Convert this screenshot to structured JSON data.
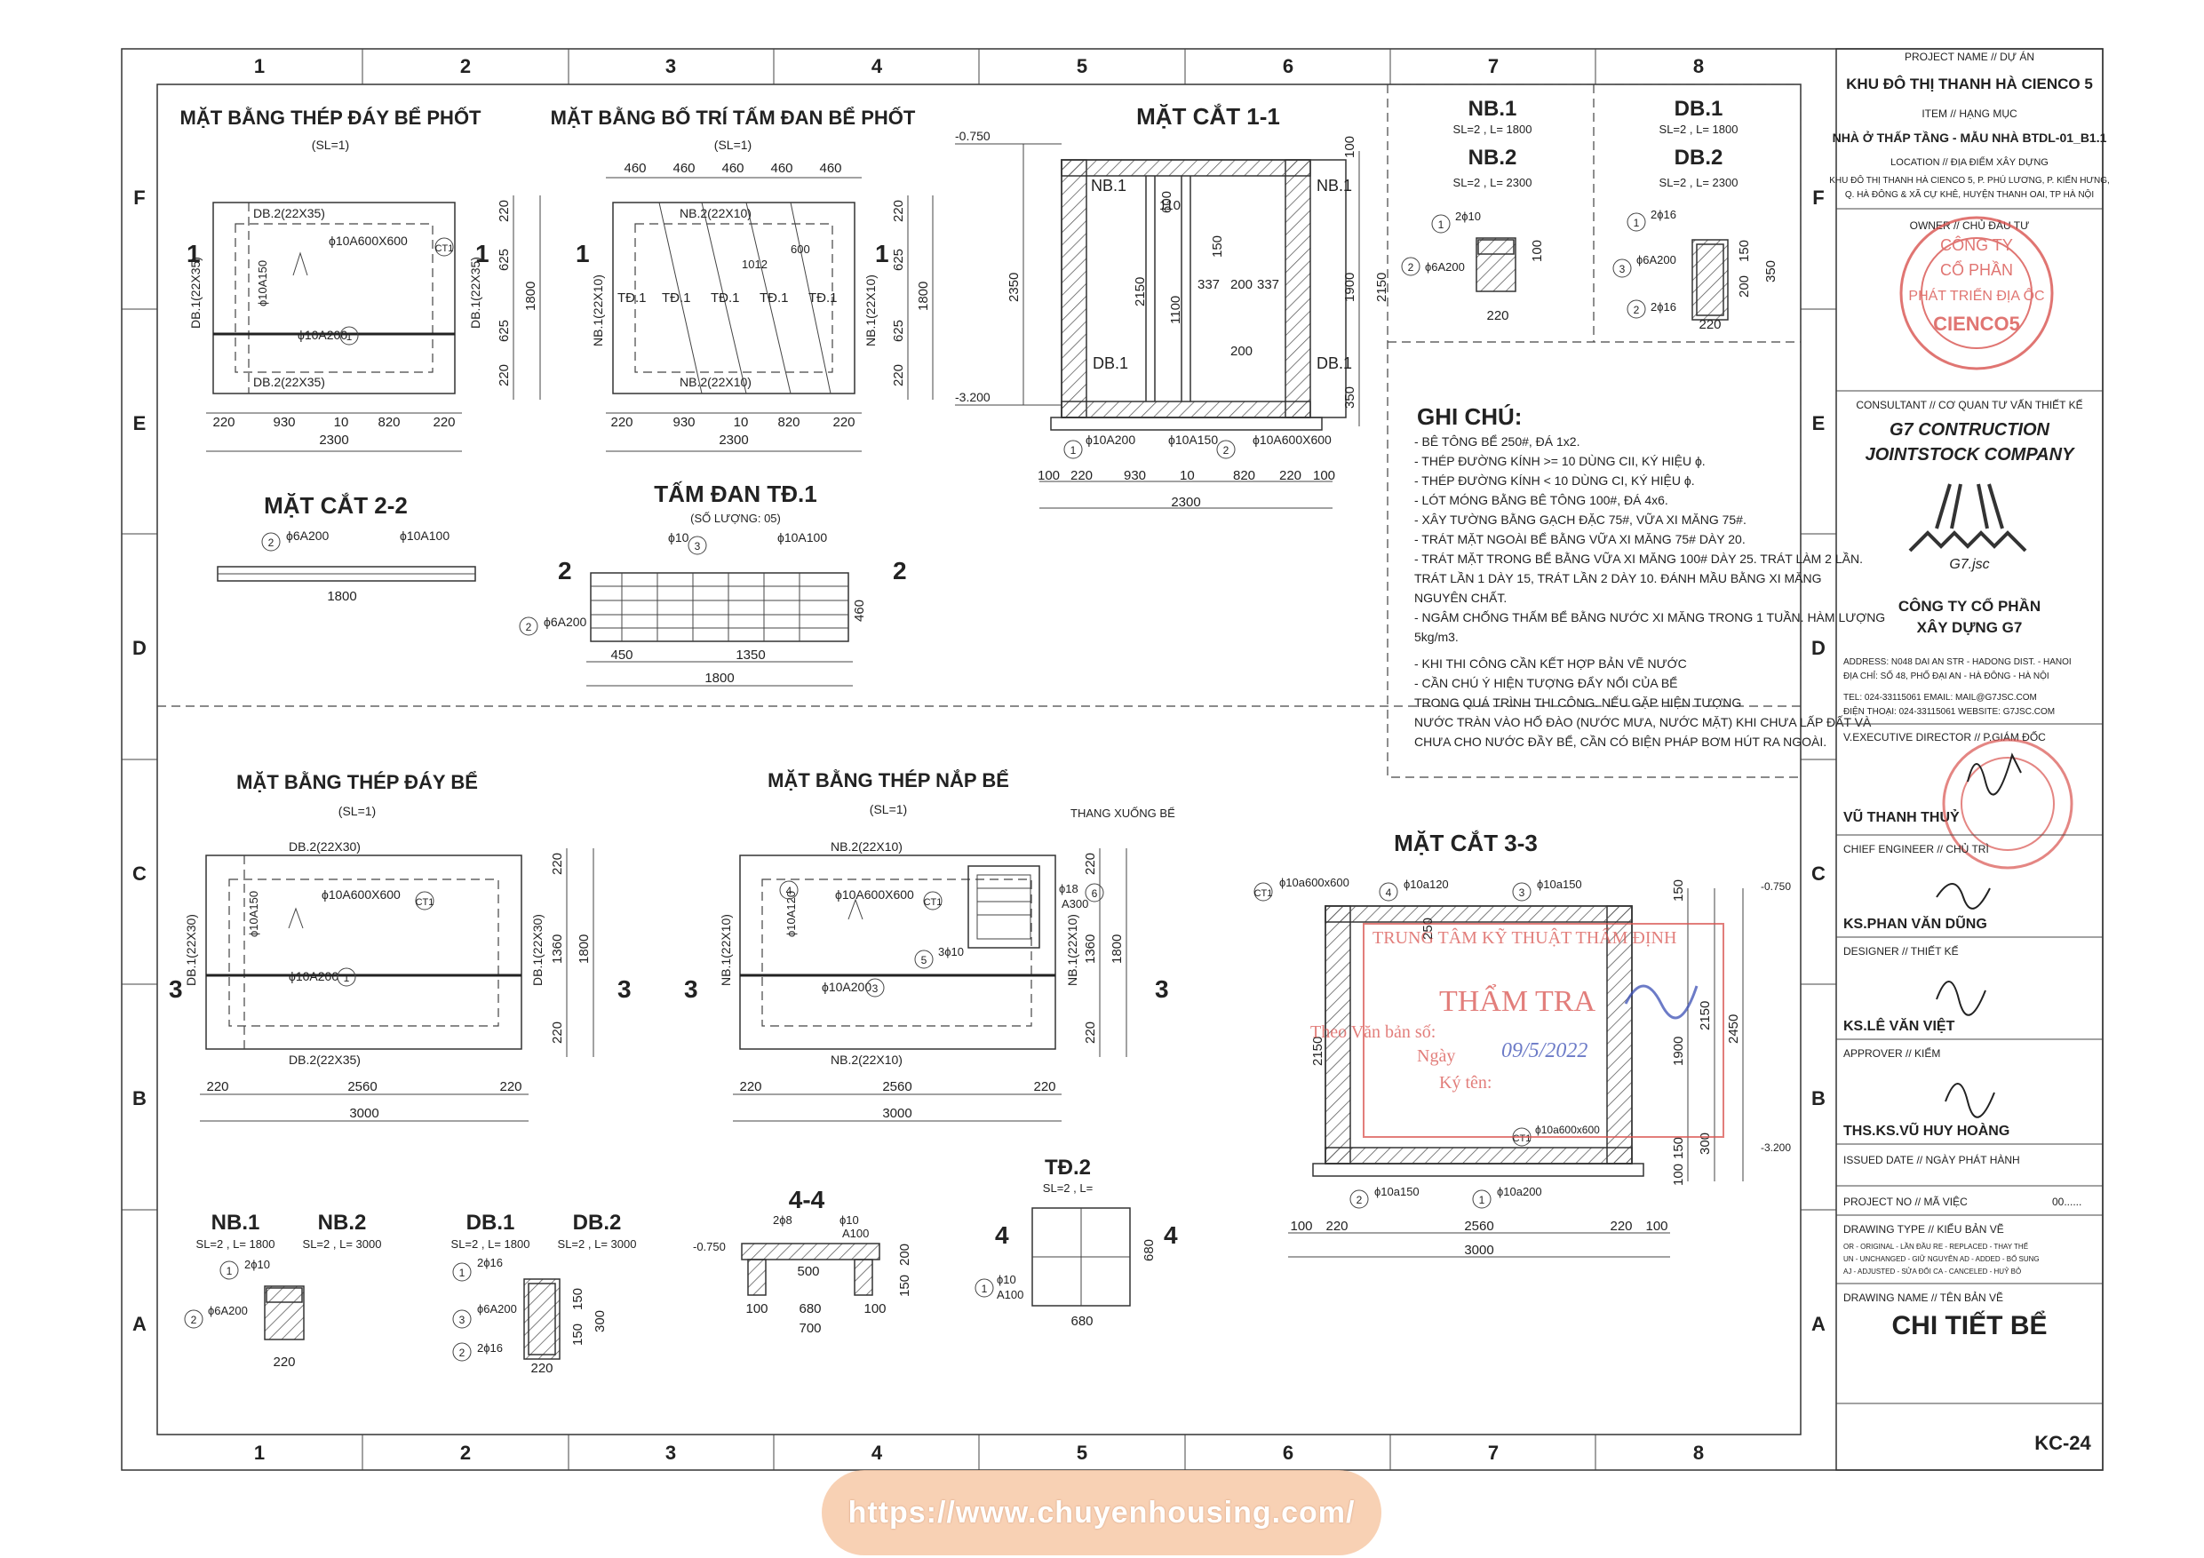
{
  "grid": {
    "columns": [
      "1",
      "2",
      "3",
      "4",
      "5",
      "6",
      "7",
      "8"
    ],
    "rows": [
      "F",
      "E",
      "D",
      "C",
      "B",
      "A"
    ]
  },
  "plans": {
    "p1_title": "MẶT BẰNG THÉP ĐÁY BỂ PHỐT",
    "p1_sl": "(SL=1)",
    "p2_title": "MẶT BẰNG BỐ TRÍ TẤM ĐAN BỂ PHỐT",
    "p2_sl": "(SL=1)",
    "s11_title": "MẶT CẮT 1-1",
    "s22_title": "MẶT CẮT 2-2",
    "td1_title": "TẤM ĐAN TĐ.1",
    "td1_sub": "(SỐ LƯỢNG: 05)",
    "p3_title": "MẶT BẰNG THÉP ĐÁY BỂ",
    "p3_sl": "(SL=1)",
    "p4_title": "MẶT BẰNG THÉP NẮP BỂ",
    "p4_sl": "(SL=1)",
    "ladder": "THANG XUỐNG BỂ",
    "s33_title": "MẶT CẮT 3-3",
    "s44_title": "4-4",
    "td2_title": "TĐ.2",
    "td2_sub": "SL=2 , L="
  },
  "beams": {
    "nb1": "NB.1",
    "nb1_sl": "SL=2 , L= 1800",
    "nb2": "NB.2",
    "nb2_sl": "SL=2 , L= 2300",
    "db1": "DB.1",
    "db1_sl": "SL=2 , L= 1800",
    "db2": "DB.2",
    "db2_sl": "SL=2 , L= 2300",
    "nb1b_sl": "SL=2 , L= 1800",
    "nb2b_sl": "SL=2 , L= 3000",
    "db1b_sl": "SL=2 , L= 1800",
    "db2b_sl": "SL=2 , L= 3000"
  },
  "labels": {
    "db2_22x35": "DB.2(22X35)",
    "db1_22x35": "DB.1(22X35)",
    "db2_22x30": "DB.2(22X30)",
    "db1_22x30": "DB.1(22X30)",
    "nb2_22x10": "NB.2(22X10)",
    "nb1_22x10": "NB.1(22X10)",
    "td1": "TĐ.1",
    "r10a600": "ϕ10A600X600",
    "r10a150": "ϕ10A150",
    "r10a200": "ϕ10A200",
    "r10a120": "ϕ10A120",
    "r6a200": "ϕ6A200",
    "r10a100": "ϕ10A100",
    "r10": "ϕ10",
    "r10a150b": "ϕ10a150",
    "r10a200b": "ϕ10a200",
    "r10a120b": "ϕ10a120",
    "r10a600b": "ϕ10a600x600",
    "r2phi10": "2ϕ10",
    "r2phi16": "2ϕ16",
    "r18": "ϕ18",
    "a300": "A300",
    "a100": "A100",
    "r8": "2ϕ8",
    "r3phi10": "3ϕ10",
    "ct1": "CT1",
    "lvl_0750": "-0.750",
    "lvl_3200": "-3.200"
  },
  "dims": {
    "d2300": "2300",
    "d220": "220",
    "d930": "930",
    "d10": "10",
    "d820": "820",
    "d1800": "1800",
    "d625": "625",
    "d460": "460",
    "d1012": "1012",
    "d600": "600",
    "d1350": "1350",
    "d450": "450",
    "d2350": "2350",
    "d1900": "1900",
    "d2150": "2150",
    "d1100": "1100",
    "d100": "100",
    "d350": "350",
    "d110": "110",
    "d150": "150",
    "d337": "337",
    "d200": "200",
    "d3000": "3000",
    "d2560": "2560",
    "d1360": "1360",
    "d2450": "2450",
    "d300": "300",
    "d500": "500",
    "d680": "680",
    "d700": "700",
    "d250": "250"
  },
  "notes": {
    "title": "GHI CHÚ:",
    "lines": [
      "- BÊ TÔNG BỂ 250#, ĐÁ 1x2.",
      "- THÉP ĐƯỜNG KÍNH >= 10 DÙNG CII, KÝ HIỆU ϕ.",
      "- THÉP ĐƯỜNG KÍNH < 10 DÙNG CI, KÝ HIỆU ϕ.",
      "- LÓT MÓNG BẰNG BÊ TÔNG 100#, ĐÁ 4x6.",
      "- XÂY TƯỜNG BẰNG GẠCH ĐẶC 75#, VỮA XI MĂNG 75#.",
      "- TRÁT MẶT NGOÀI BỂ BẰNG VỮA XI MĂNG 75# DÀY 20.",
      "- TRÁT MẶT TRONG BỂ BẰNG VỮA XI MĂNG 100# DÀY 25. TRÁT LÀM 2 LẦN.",
      "  TRÁT LẦN 1 DÀY 15, TRÁT LẦN 2 DÀY 10. ĐÁNH MẦU BẰNG XI MĂNG",
      "  NGUYÊN CHẤT.",
      "- NGÂM CHỐNG THẤM BỂ BẰNG NƯỚC XI MĂNG TRONG 1 TUẦN. HÀM LƯỢNG",
      "  5kg/m3.",
      "",
      "- KHI THI CÔNG CẦN KẾT HỢP BẢN VẼ NƯỚC",
      "- CẦN CHÚ Ý HIỆN TƯỢNG ĐẨY NỔI CỦA BỂ",
      "  TRONG QUÁ TRÌNH THI CÔNG. NẾU GẶP HIỆN TƯỢNG",
      "  NƯỚC TRÀN VÀO HỐ ĐÀO (NƯỚC MƯA, NƯỚC MẶT) KHI CHƯA LẤP ĐẤT VÀ",
      "  CHƯA CHO NƯỚC ĐẦY BỂ, CẦN CÓ BIỆN PHÁP BƠM HÚT RA NGOÀI."
    ]
  },
  "titleblock": {
    "project_label": "PROJECT NAME // DỰ ÁN",
    "project": "KHU ĐÔ THỊ THANH HÀ CIENCO 5",
    "item_label": "ITEM // HẠNG MỤC",
    "item": "NHÀ Ở THẤP TẦNG - MẪU NHÀ BTDL-01_B1.1",
    "location_label": "LOCATION // ĐỊA ĐIỂM XÂY DỰNG",
    "location1": "KHU ĐÔ THỊ THANH HÀ CIENCO 5, P. PHÚ LƯƠNG, P. KIẾN HƯNG,",
    "location2": "Q. HÀ ĐÔNG & XÃ CỰ KHÊ, HUYỆN THANH OAI, TP HÀ NỘI",
    "owner_label": "OWNER // CHỦ ĐẦU TƯ",
    "stamp1_l1": "CÔNG TY",
    "stamp1_l2": "CỔ PHẦN",
    "stamp1_l3": "PHÁT TRIỂN ĐỊA ỐC",
    "stamp1_l4": "CIENCO5",
    "consultant_label": "CONSULTANT // CƠ QUAN TƯ VẤN THIẾT KẾ",
    "consultant1": "G7 CONTRUCTION",
    "consultant2": "JOINTSTOCK COMPANY",
    "logo_text": "G7.jsc",
    "company1": "CÔNG TY CỔ PHẦN",
    "company2": "XÂY DỰNG G7",
    "addr1": "ADDRESS:   N048 DAI AN STR - HADONG DIST. - HANOI",
    "addr2": "ĐỊA CHỈ:   SỐ 48, PHỐ ĐẠI AN - HÀ ĐÔNG - HÀ NỘI",
    "tel1": "TEL:   024-33115061   EMAIL: MAIL@G7JSC.COM",
    "tel2": "ĐIỆN THOẠI: 024-33115061   WEBSITE: G7JSC.COM",
    "director_label": "V.EXECUTIVE DIRECTOR // P.GIÁM ĐỐC",
    "director": "VŨ THANH THUỶ",
    "chief_label": "CHIEF ENGINEER // CHỦ TRÌ",
    "chief": "KS.PHAN VĂN DŨNG",
    "designer_label": "DESIGNER // THIẾT KẾ",
    "designer": "KS.LÊ VĂN VIỆT",
    "approver_label": "APPROVER // KIỂM",
    "approver": "THS.KS.VŨ HUY HOÀNG",
    "issued_label": "ISSUED DATE // NGÀY PHÁT HÀNH",
    "projno_label": "PROJECT NO // MÃ VIỆC",
    "projno": "00......",
    "dtype_label": "DRAWING TYPE // KIỂU BẢN VẼ",
    "dtype1": "OR - ORIGINAL - LẦN ĐẦU     RE - REPLACED - THAY THẾ",
    "dtype2": "UN - UNCHANGED - GIỮ NGUYÊN   AD - ADDED - BỔ SUNG",
    "dtype3": "AJ - ADJUSTED - SỬA ĐỔI     CA - CANCELED - HUỶ BỎ",
    "dname_label": "DRAWING NAME // TÊN BẢN VẼ",
    "dname": "CHI TIẾT BỂ",
    "sheet": "KC-24"
  },
  "review_stamp": {
    "l1": "TRUNG TÂM KỸ THUẬT THẨM ĐỊNH",
    "l2": "THẨM TRA",
    "l3": "Theo Văn bản số:",
    "l4": "Ngày",
    "date": "09/5/2022",
    "l5": "Ký tên:"
  },
  "watermark": "https://www.chuyenhousing.com/",
  "colors": {
    "stamp_red": "#d9534f",
    "stamp_blue": "#3b4fb5",
    "watermark_bg": "#f7c9a8"
  }
}
